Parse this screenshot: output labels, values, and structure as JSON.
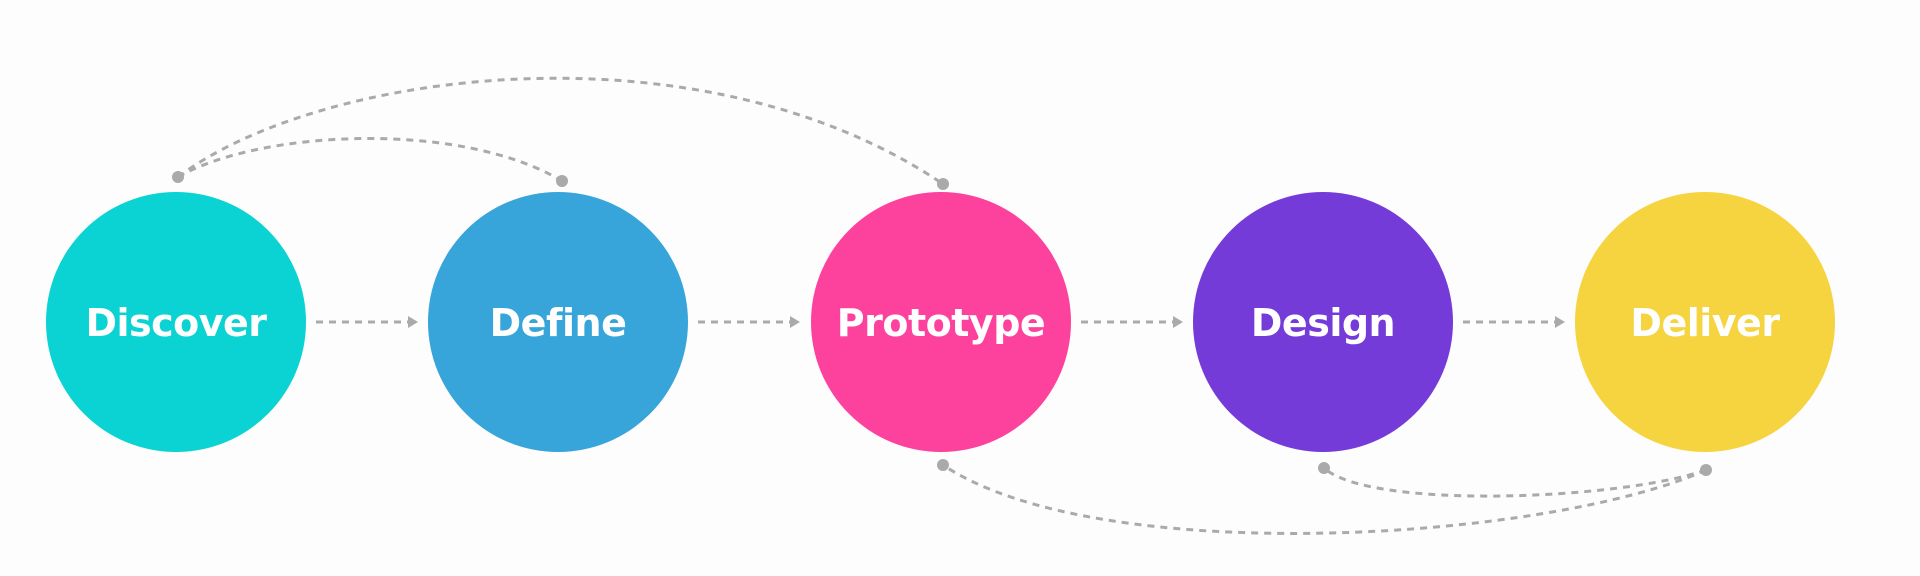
{
  "diagram": {
    "stages": [
      {
        "id": "discover",
        "label": "Discover",
        "color": "#0bd3d3"
      },
      {
        "id": "define",
        "label": "Define",
        "color": "#37a5da"
      },
      {
        "id": "prototype",
        "label": "Prototype",
        "color": "#fd429e"
      },
      {
        "id": "design",
        "label": "Design",
        "color": "#753bd9"
      },
      {
        "id": "deliver",
        "label": "Deliver",
        "color": "#f5d440"
      }
    ],
    "connector_color": "#aaaaaa",
    "flow": [
      {
        "from": "discover",
        "to": "define"
      },
      {
        "from": "define",
        "to": "prototype"
      },
      {
        "from": "prototype",
        "to": "design"
      },
      {
        "from": "design",
        "to": "deliver"
      }
    ],
    "feedback_loops": [
      {
        "from": "discover",
        "to": "define"
      },
      {
        "from": "discover",
        "to": "prototype"
      },
      {
        "from": "deliver",
        "to": "design"
      },
      {
        "from": "deliver",
        "to": "prototype"
      }
    ]
  }
}
